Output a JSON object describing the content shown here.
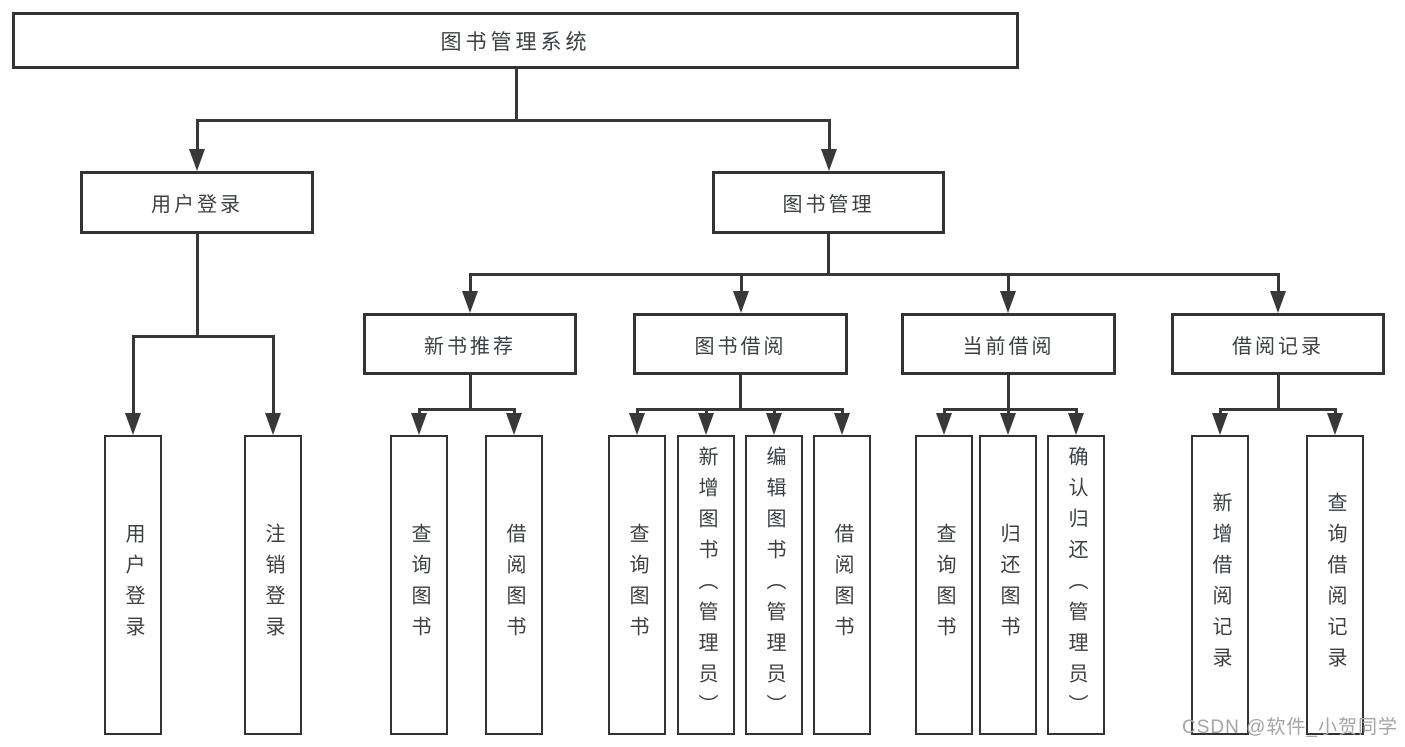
{
  "colors": {
    "line": "#383838",
    "box_border": "#333333",
    "text": "#3c4043",
    "watermark": "#a5a5a5"
  },
  "watermark": {
    "text": "CSDN @软件_小贺同学"
  },
  "tree": {
    "root": {
      "label": "图书管理系统",
      "children": [
        {
          "label": "用户登录",
          "children": [
            {
              "label": "用户登录"
            },
            {
              "label": "注销登录"
            }
          ]
        },
        {
          "label": "图书管理",
          "children": [
            {
              "label": "新书推荐",
              "children": [
                {
                  "label": "查询图书"
                },
                {
                  "label": "借阅图书"
                }
              ]
            },
            {
              "label": "图书借阅",
              "children": [
                {
                  "label": "查询图书"
                },
                {
                  "label": "新增图书（管理员）"
                },
                {
                  "label": "编辑图书（管理员）"
                },
                {
                  "label": "借阅图书"
                }
              ]
            },
            {
              "label": "当前借阅",
              "children": [
                {
                  "label": "查询图书"
                },
                {
                  "label": "归还图书"
                },
                {
                  "label": "确认归还（管理员）"
                }
              ]
            },
            {
              "label": "借阅记录",
              "children": [
                {
                  "label": "新增借阅记录"
                },
                {
                  "label": "查询借阅记录"
                }
              ]
            }
          ]
        }
      ]
    }
  }
}
